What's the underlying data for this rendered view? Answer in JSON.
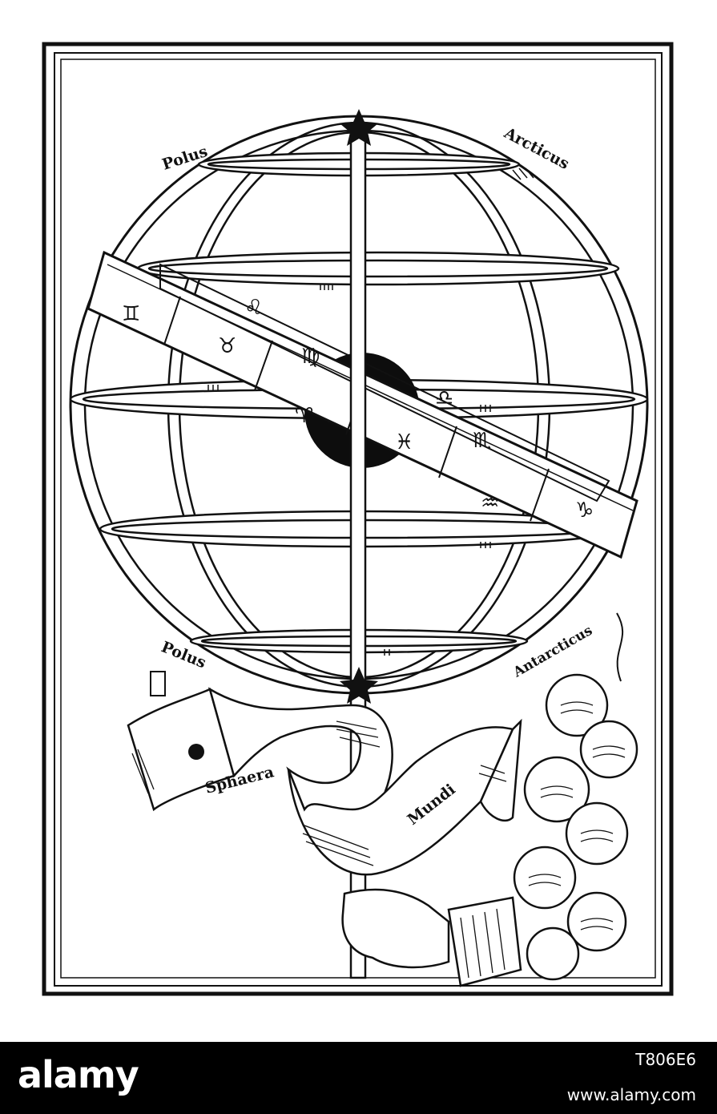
{
  "image": {
    "labels": {
      "polus_top": "Polus",
      "arcticus": "Arcticus",
      "polus_bottom": "Polus",
      "antarcticus": "Antarcticus",
      "sphaera": "Sphaera",
      "mundi": "Mundi"
    },
    "zodiac": [
      "♊",
      "♌",
      "♉",
      "♍",
      "♈",
      "♓",
      "♎",
      "♏",
      "♒",
      "♑"
    ]
  },
  "watermark": {
    "brand": "alamy",
    "image_code": "T806E6",
    "url": "www.alamy.com"
  }
}
